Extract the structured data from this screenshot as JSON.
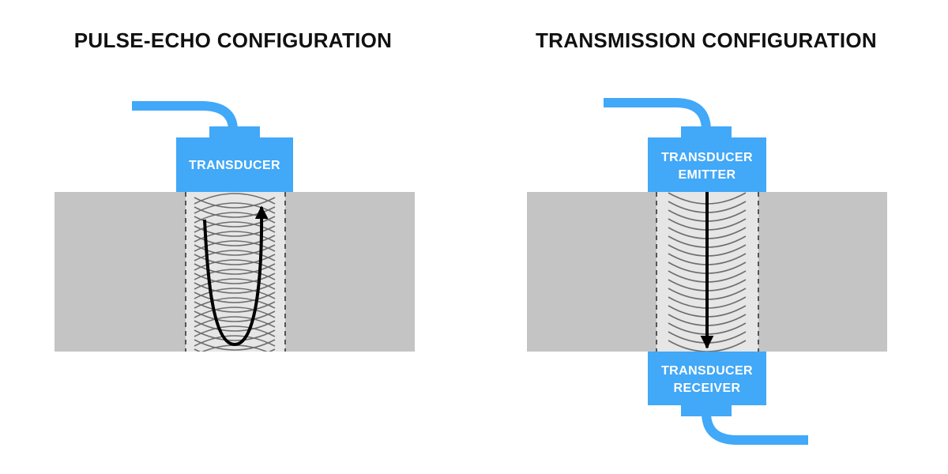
{
  "colors": {
    "accent": "#42a8f8",
    "material": "#c4c4c4",
    "beam_zone": "#e6e6e6",
    "wave": "#6e6e6e",
    "arrow": "#000000",
    "title": "#111111"
  },
  "pulse_echo": {
    "title": "PULSE-ECHO CONFIGURATION",
    "transducer_label": "TRANSDUCER",
    "icon": "cable-icon"
  },
  "transmission": {
    "title": "TRANSMISSION CONFIGURATION",
    "emitter_label_line1": "TRANSDUCER",
    "emitter_label_line2": "EMITTER",
    "receiver_label_line1": "TRANSDUCER",
    "receiver_label_line2": "RECEIVER",
    "icon": "cable-icon"
  }
}
